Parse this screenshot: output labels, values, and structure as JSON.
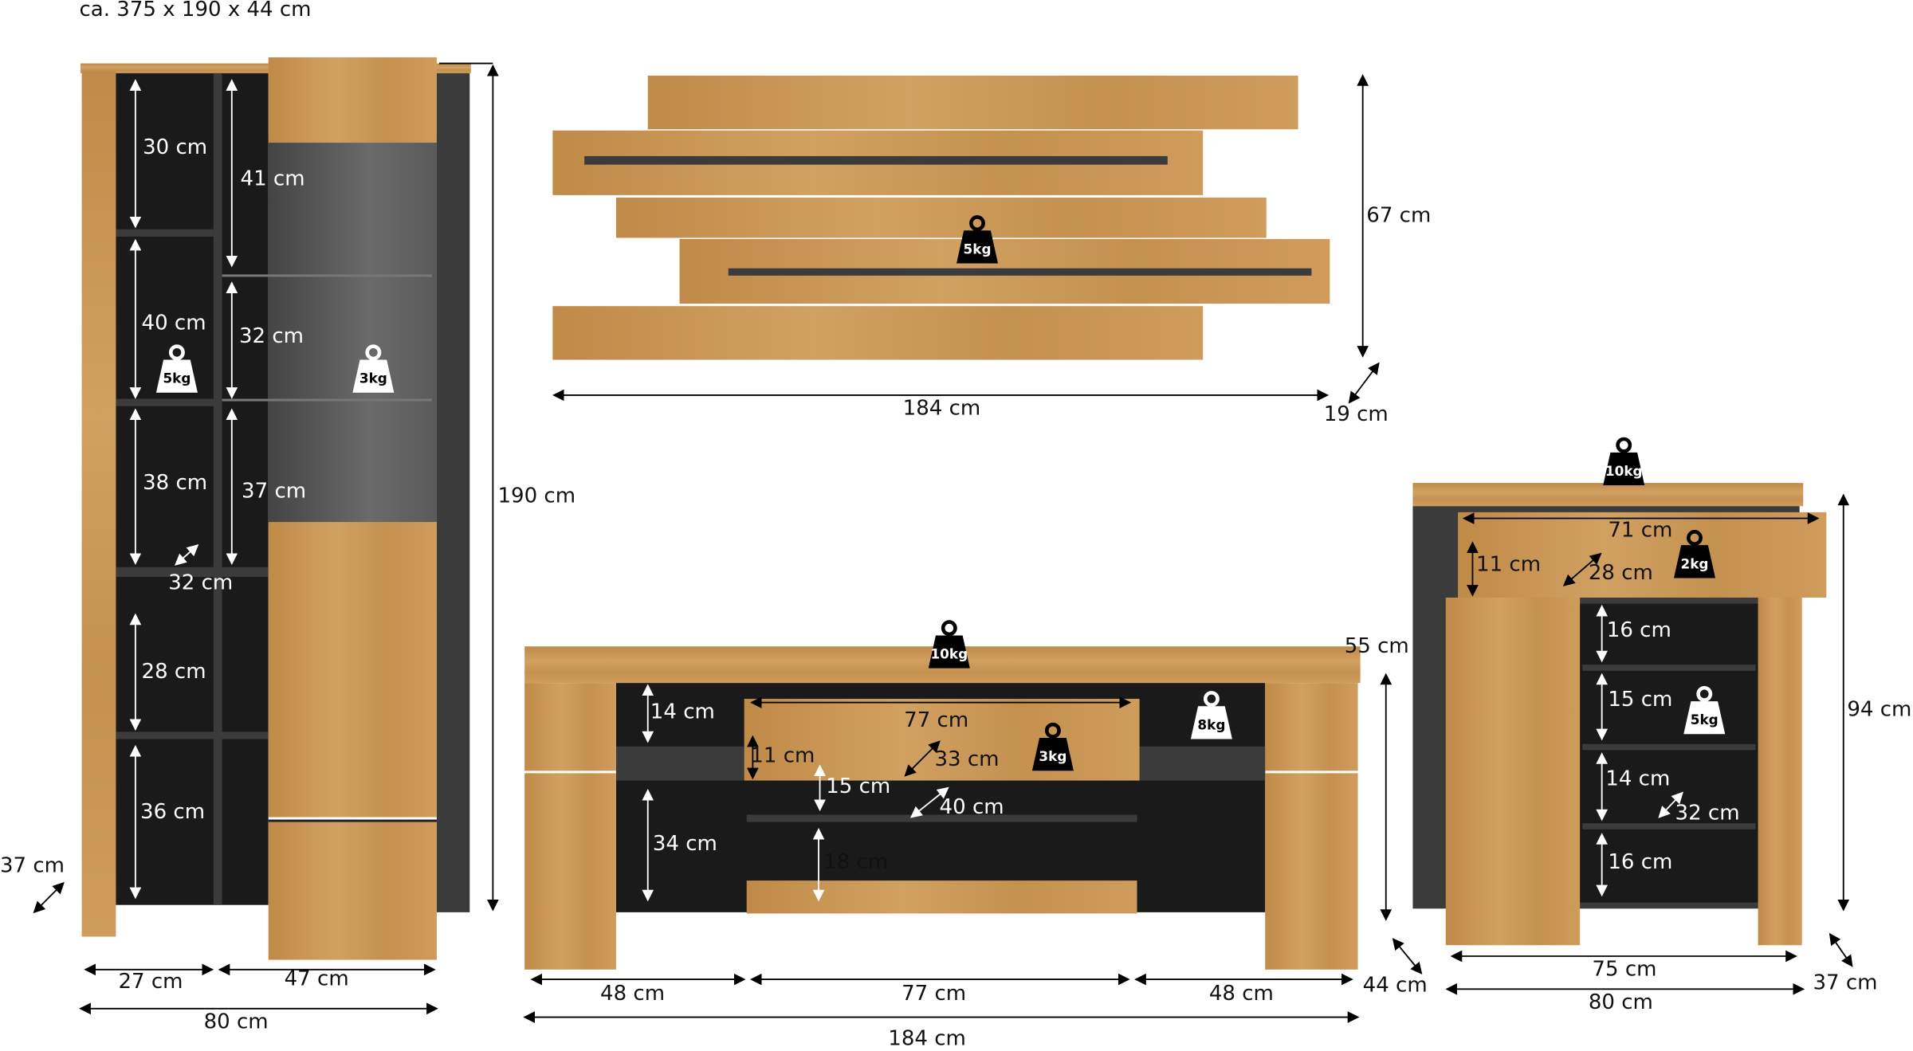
{
  "title": "ca. 375 x 190 x 44 cm",
  "colors": {
    "oak": "#c99553",
    "anthracite": "#3b3b3b",
    "interior": "#1a1a1a"
  },
  "vitrine": {
    "labels": [
      "30 cm",
      "41 cm",
      "40 cm",
      "32 cm",
      "38 cm",
      "37 cm",
      "32 cm",
      "28 cm",
      "36 cm",
      "190 cm",
      "37 cm",
      "27 cm",
      "47 cm",
      "80 cm"
    ],
    "weights": [
      "5kg",
      "3kg"
    ]
  },
  "wall_shelf": {
    "labels": [
      "67 cm",
      "184 cm",
      "19 cm"
    ],
    "weights": [
      "5kg"
    ]
  },
  "tv_unit": {
    "labels": [
      "55 cm",
      "14 cm",
      "77 cm",
      "11 cm",
      "33 cm",
      "15 cm",
      "40 cm",
      "34 cm",
      "18 cm",
      "48 cm",
      "77 cm",
      "48 cm",
      "44 cm",
      "184 cm"
    ],
    "weights": [
      "10kg",
      "3kg",
      "8kg"
    ]
  },
  "dresser": {
    "labels": [
      "71 cm",
      "11 cm",
      "28 cm",
      "16 cm",
      "15 cm",
      "14 cm",
      "32 cm",
      "16 cm",
      "94 cm",
      "75 cm",
      "80 cm",
      "37 cm"
    ],
    "weights": [
      "10kg",
      "2kg",
      "5kg"
    ]
  }
}
